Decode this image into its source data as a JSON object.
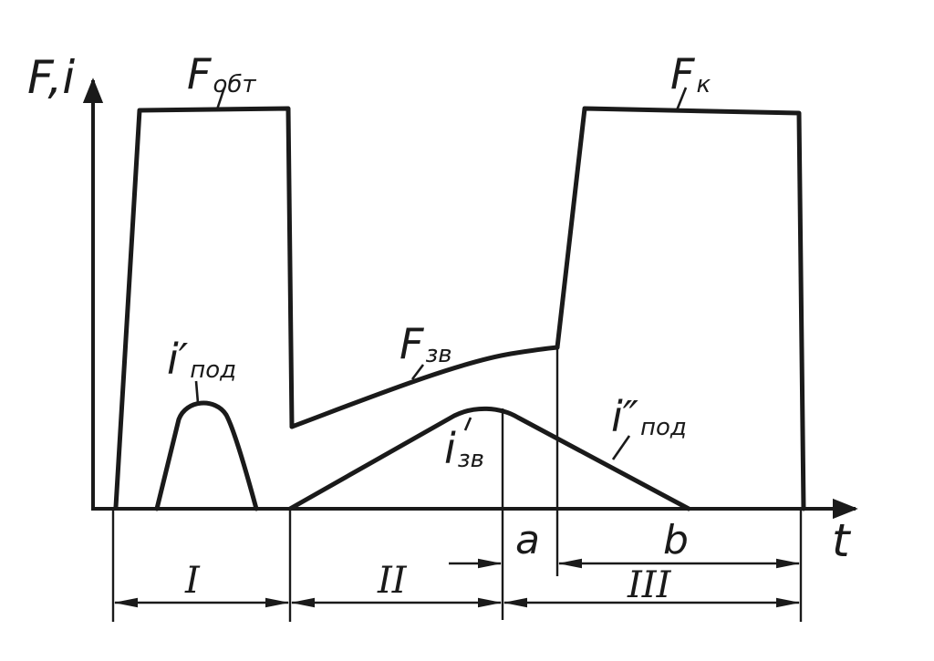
{
  "axes": {
    "y_label": "F,i",
    "x_label": "t"
  },
  "curves": {
    "f_obt": {
      "main": "F",
      "sub": "обт"
    },
    "f_k": {
      "main": "F",
      "sub": "к"
    },
    "f_zv": {
      "main": "F",
      "sub": "зв"
    },
    "i_pod_1": {
      "main": "i",
      "prime": "′",
      "sub": "под"
    },
    "i_zv": {
      "main": "i",
      "sub": "зв"
    },
    "i_pod_2": {
      "main": "i",
      "prime": "″",
      "sub": "под"
    }
  },
  "points": {
    "a": "a",
    "b": "b"
  },
  "intervals": {
    "one": "I",
    "two": "II",
    "three": "III"
  }
}
